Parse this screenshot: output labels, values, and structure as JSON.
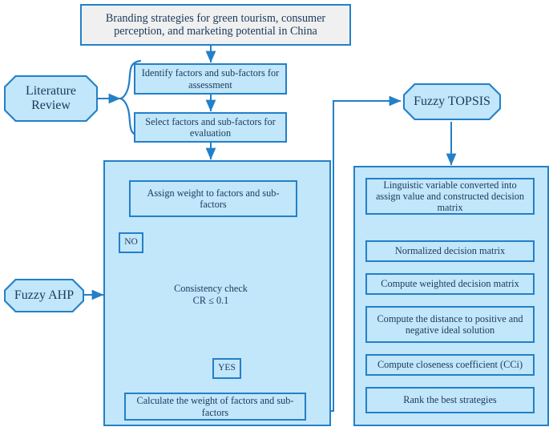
{
  "diagram": {
    "title": "Research methodology flowchart: Branding strategies for green tourism",
    "type": "flowchart"
  },
  "colors": {
    "node_fill": "#c2e6fa",
    "node_border": "#2380c8",
    "title_fill": "#f0f0f0",
    "text": "#1a3a5c",
    "connector": "#2380c8"
  },
  "title_box": {
    "label": "Branding strategies for green tourism, consumer perception, and marketing potential in China"
  },
  "sources": {
    "literature_review": "Literature Review",
    "fuzzy_ahp": "Fuzzy AHP",
    "fuzzy_topsis": "Fuzzy TOPSIS"
  },
  "literature_stage": {
    "steps": [
      {
        "label": "Identify factors and sub-factors for assessment"
      },
      {
        "label": "Select factors and sub-factors for evaluation"
      }
    ]
  },
  "ahp_stage": {
    "steps": [
      {
        "label": "Assign weight to factors and sub-factors"
      },
      {
        "label": "Calculate the weight of factors and sub-factors"
      }
    ],
    "decision": {
      "line1": "Consistency check",
      "line2": "CR ≤ 0.1"
    },
    "decision_labels": {
      "no": "NO",
      "yes": "YES"
    }
  },
  "topsis_stage": {
    "steps": [
      {
        "label": "Linguistic variable converted into assign value and constructed decision matrix"
      },
      {
        "label": "Normalized decision matrix"
      },
      {
        "label": "Compute weighted decision matrix"
      },
      {
        "label": "Compute the distance to positive and negative ideal solution"
      },
      {
        "label": "Compute closeness coefficient (CCi)"
      },
      {
        "label": "Rank the best strategies"
      }
    ]
  }
}
